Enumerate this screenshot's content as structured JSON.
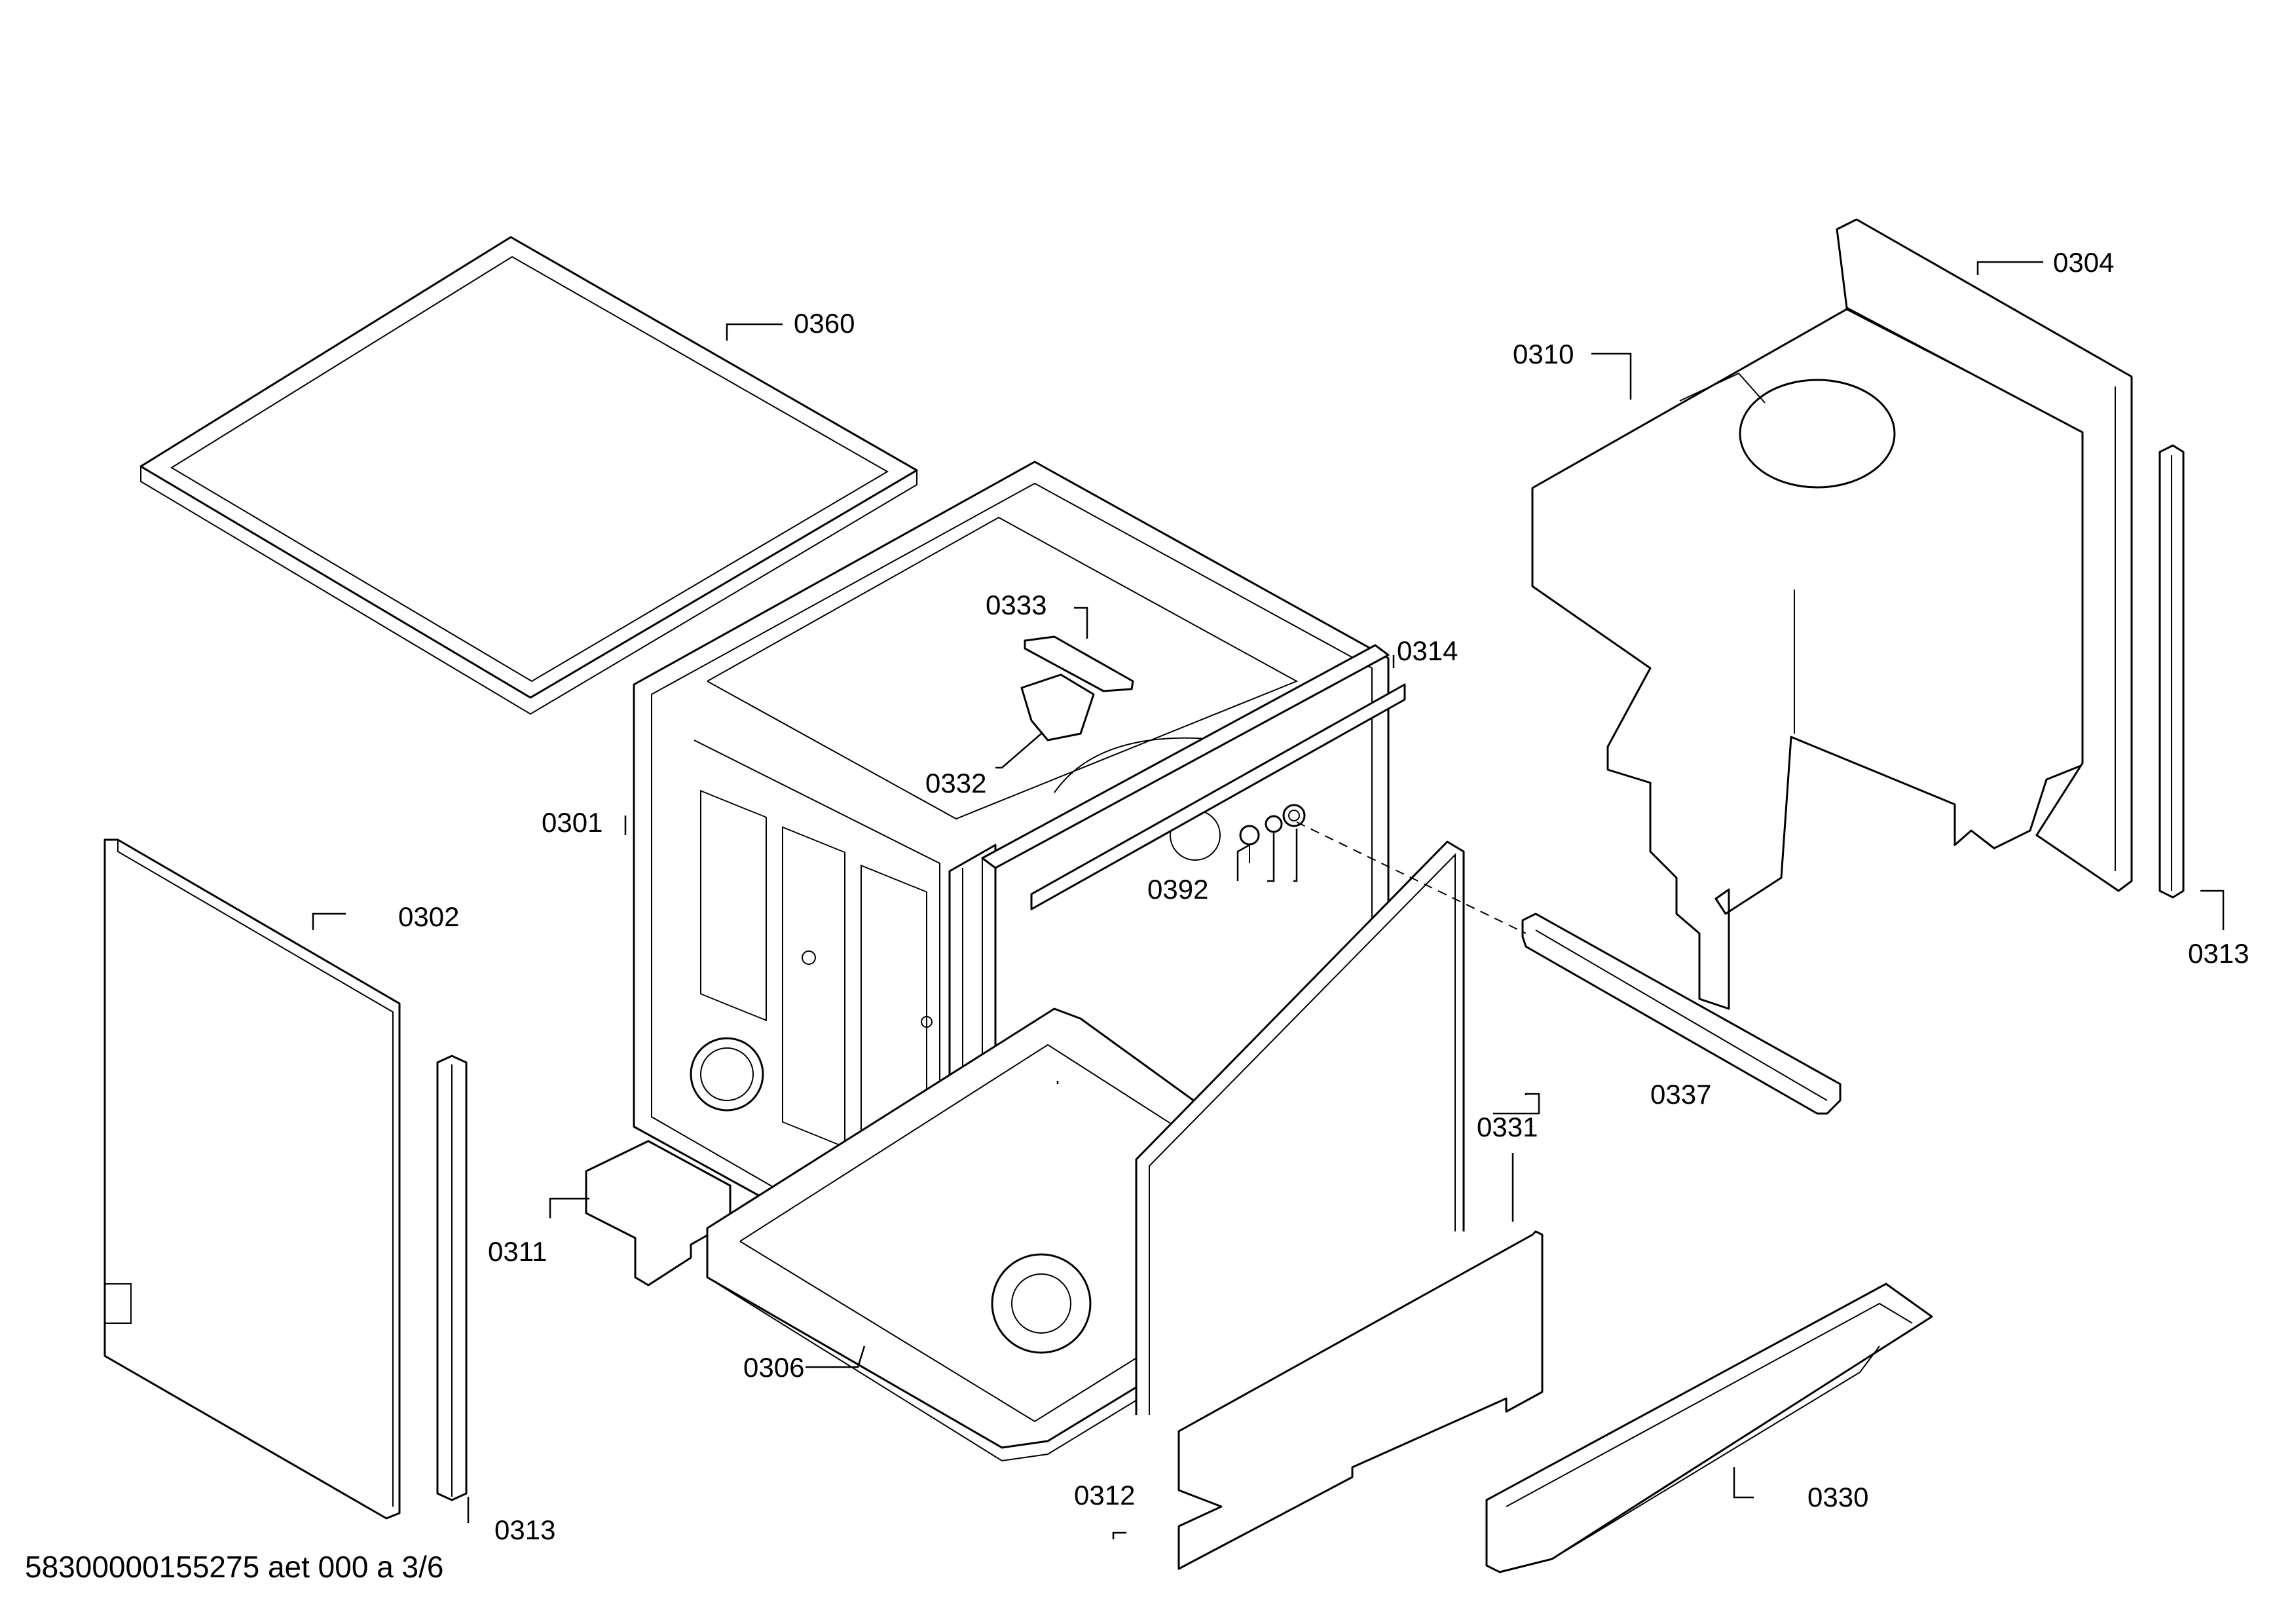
{
  "callouts": {
    "c0301": "0301",
    "c0302": "0302",
    "c0304": "0304",
    "c0306": "0306",
    "c0310": "0310",
    "c0311": "0311",
    "c0312": "0312",
    "c0313_right": "0313",
    "c0313_left": "0313",
    "c0314": "0314",
    "c0330": "0330",
    "c0331": "0331",
    "c0332": "0332",
    "c0333": "0333",
    "c0337": "0337",
    "c0360": "0360",
    "c0392": "0392"
  },
  "footer": {
    "document_id": "58300000155275 aet 000 a 3/6"
  }
}
